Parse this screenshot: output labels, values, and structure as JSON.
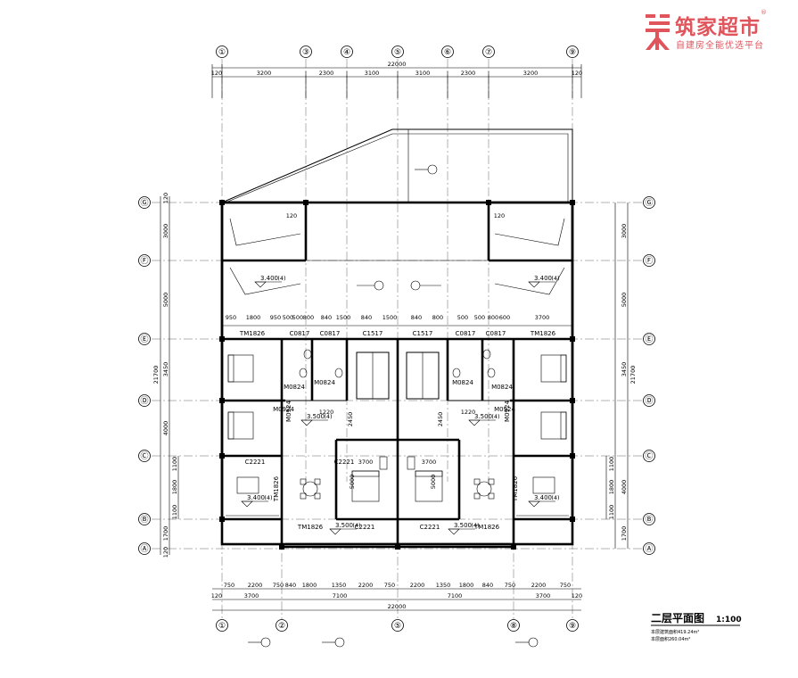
{
  "logo": {
    "name": "筑家超市",
    "tagline": "自建房全能优选平台",
    "registered": "®",
    "color": "#e0545c"
  },
  "plan": {
    "title": "二层平面图",
    "scale": "1:100",
    "note_area_1": "本层建筑面积419.24m²",
    "note_area_2": "本层面积260.04m²"
  },
  "axes": {
    "top": [
      "①",
      "③",
      "④",
      "⑤",
      "⑥",
      "⑦",
      "⑨"
    ],
    "bottom": [
      "①",
      "②",
      "⑤",
      "⑧",
      "⑨"
    ],
    "left": [
      "Ⓖ",
      "Ⓕ",
      "Ⓔ",
      "Ⓓ",
      "Ⓒ",
      "Ⓑ",
      "Ⓐ"
    ],
    "right": [
      "Ⓖ",
      "Ⓕ",
      "Ⓔ",
      "Ⓓ",
      "Ⓒ",
      "Ⓑ",
      "Ⓐ"
    ]
  },
  "dims": {
    "top_total": "22000",
    "top_parts": [
      "120",
      "3200",
      "2300",
      "3100",
      "3100",
      "2300",
      "3200",
      "120"
    ],
    "bottom_row1": [
      "750",
      "2200",
      "750",
      "840",
      "1800",
      "1350",
      "2200",
      "750",
      "2200",
      "1350",
      "1800",
      "840",
      "750",
      "2200",
      "750"
    ],
    "bottom_row2": [
      "120",
      "3700",
      "7100",
      "7100",
      "3700",
      "120"
    ],
    "bottom_total": "22000",
    "left_parts": [
      "120",
      "3000",
      "5000",
      "3450",
      "4000",
      "1700",
      "120"
    ],
    "left_total": "21700",
    "left_sub": [
      "1100",
      "1800",
      "1100"
    ],
    "right_parts": [
      "3000",
      "5000",
      "3450",
      "4000",
      "1700"
    ],
    "right_total": "21700",
    "right_sub": [
      "1100",
      "1800",
      "1100"
    ],
    "row_e": [
      "950",
      "1800",
      "950",
      "500",
      "500",
      "800",
      "840",
      "1500",
      "840",
      "1500",
      "840",
      "800",
      "500",
      "500",
      "800",
      "600",
      "3700"
    ]
  },
  "labels": {
    "doors": [
      "TM1826",
      "C0817",
      "C0817",
      "C1517",
      "C1517",
      "C0817",
      "C0817",
      "TM1826",
      "M0824",
      "M0824",
      "M0824",
      "M0824",
      "M0924",
      "M0924",
      "M0924",
      "M0924",
      "C2221",
      "C2221",
      "TM1826",
      "TM1826",
      "C2221",
      "C2221",
      "TM1826",
      "TM1826"
    ],
    "elev_1": "3.400",
    "elev_2": "3.500",
    "elev_3": "3.400",
    "elev_4": "3.500",
    "elev_5": "3.400",
    "elev_6": "3.500",
    "elev_7": "3.400",
    "elev_8": "3.500",
    "elev_suffix": "(4)",
    "misc": [
      "3700",
      "3700",
      "1220",
      "1220",
      "2450",
      "2450",
      "5000",
      "5000",
      "120",
      "120"
    ]
  }
}
